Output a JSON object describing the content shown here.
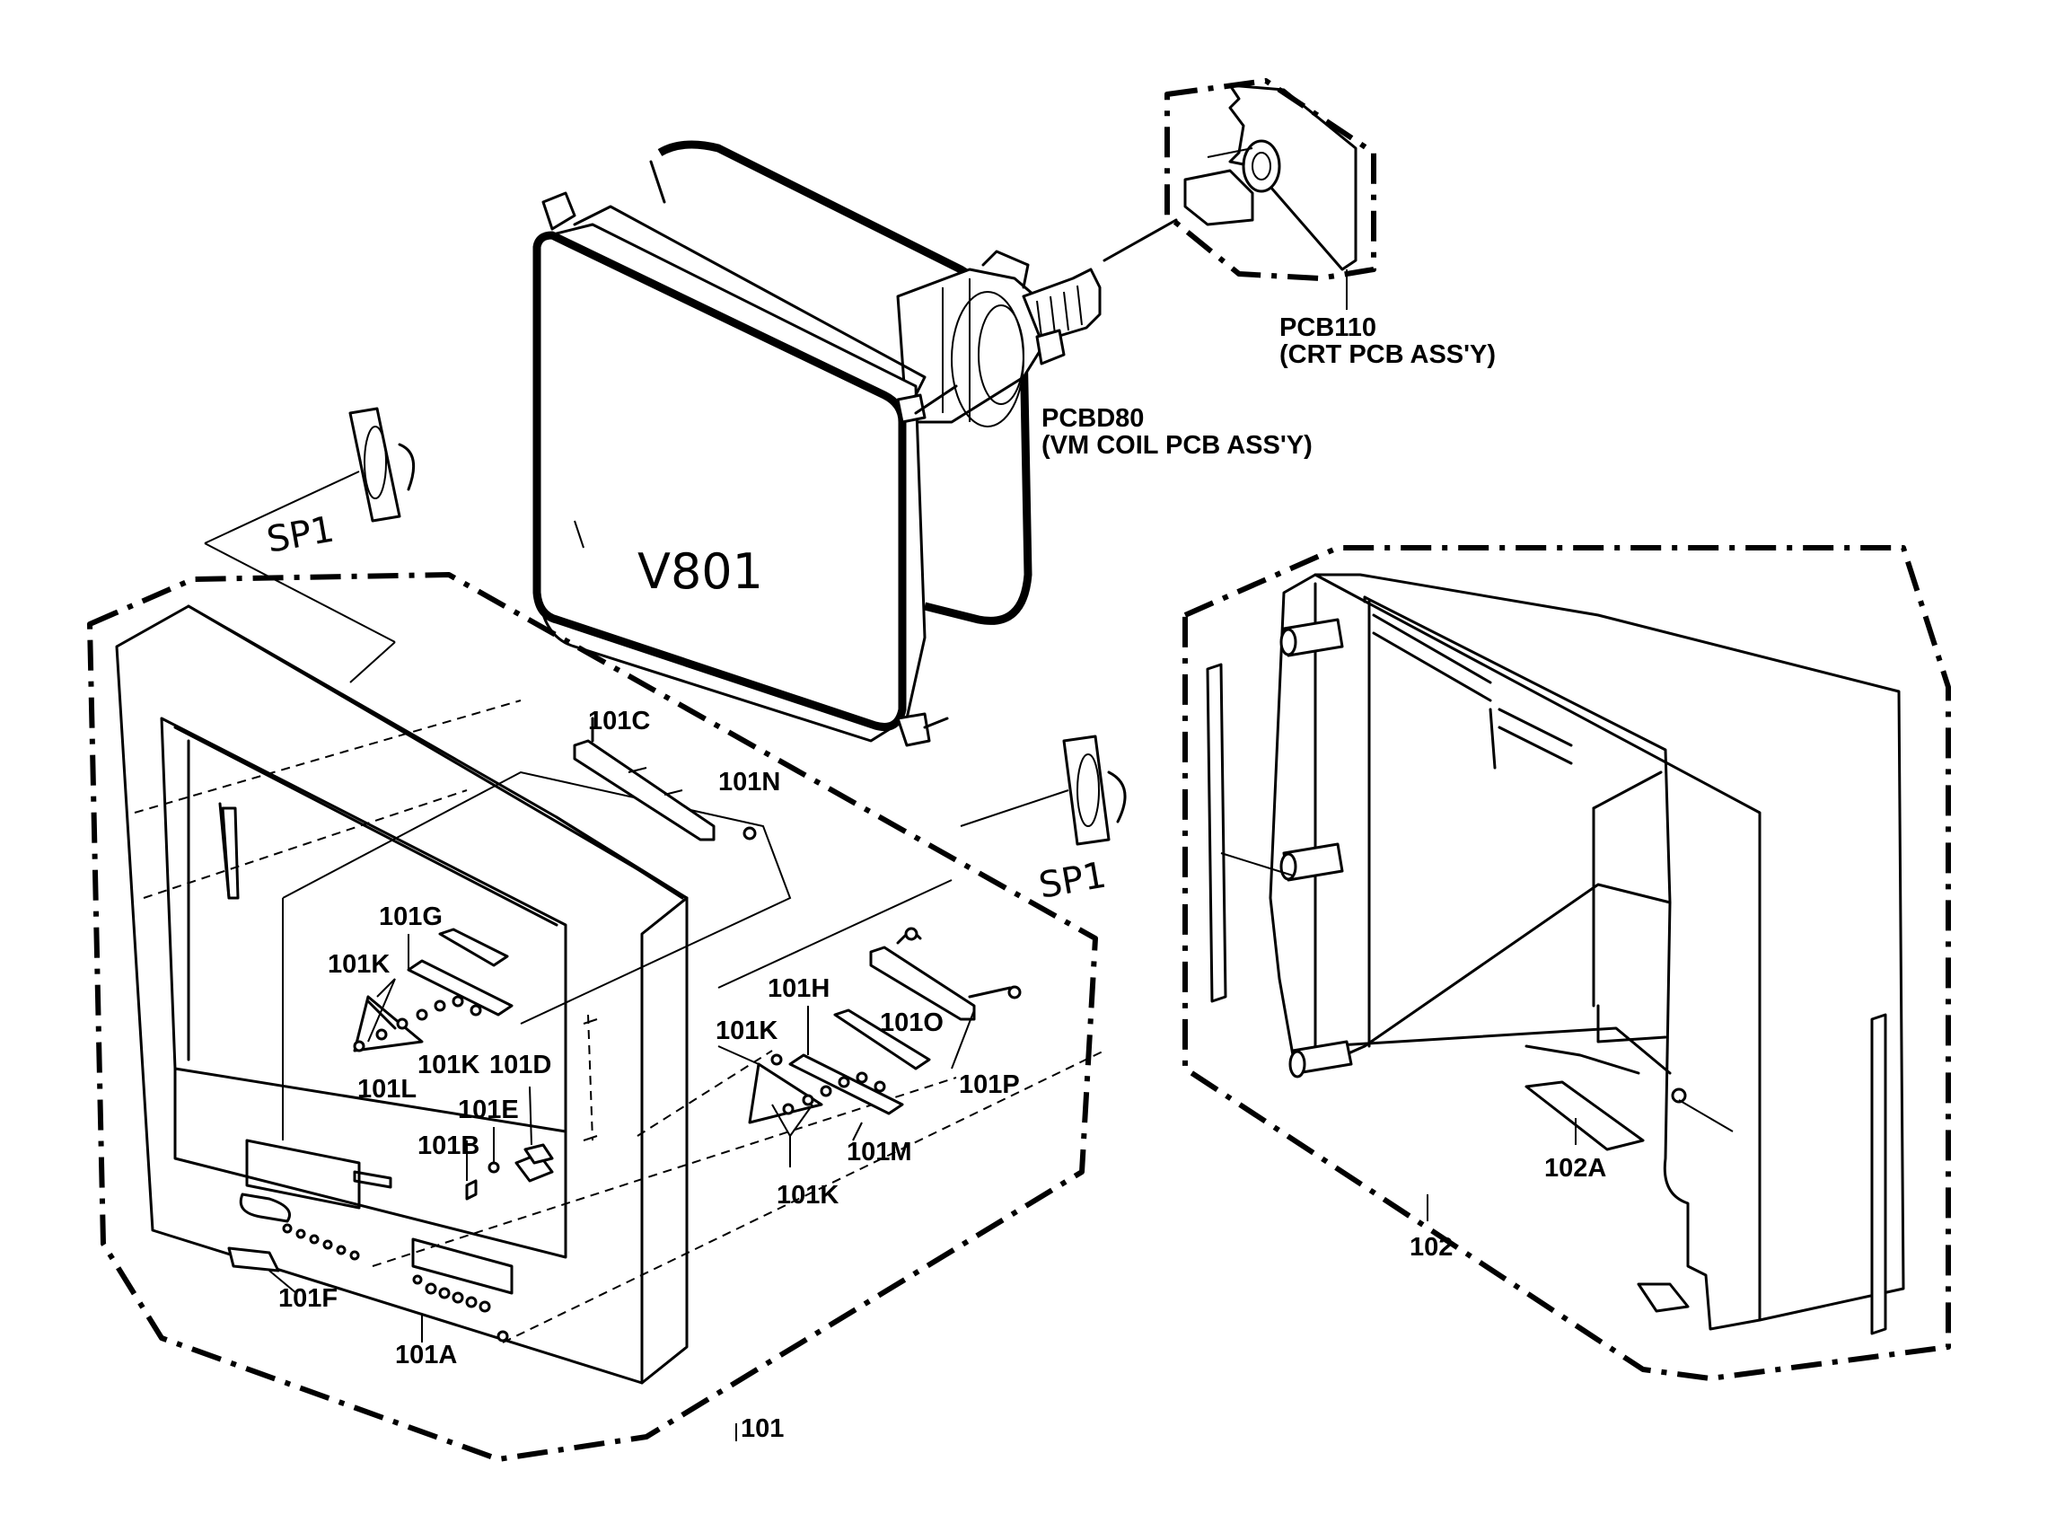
{
  "labels": {
    "pcb110": "PCB110",
    "pcb110_desc": "(CRT PCB ASS'Y)",
    "pcbd80": "PCBD80",
    "pcbd80_desc": "(VM COIL PCB ASS'Y)",
    "crt": "V801",
    "speaker_left": "SP1",
    "speaker_right": "SP1",
    "front_cabinet": "101",
    "control_panel": "101A",
    "part_101b": "101B",
    "part_101c": "101C",
    "part_101d": "101D",
    "part_101e": "101E",
    "part_101f": "101F",
    "part_101g": "101G",
    "part_101h": "101H",
    "part_101k_a": "101K",
    "part_101k_b": "101K",
    "part_101k_c": "101K",
    "part_101k_d": "101K",
    "part_101l": "101L",
    "part_101m": "101M",
    "part_101n": "101N",
    "part_101o": "101O",
    "part_101p": "101P",
    "back_cabinet": "102",
    "part_102a": "102A"
  }
}
